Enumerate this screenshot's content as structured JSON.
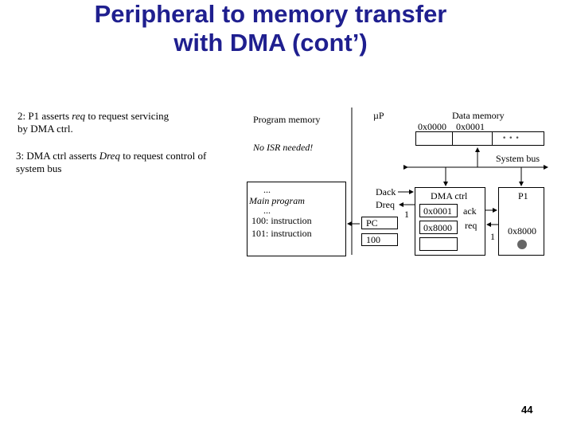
{
  "title": {
    "line1": "Peripheral to memory transfer",
    "line2": "with DMA (cont’)"
  },
  "notes": {
    "step2_line1_a": "2: P1 asserts ",
    "step2_line1_em": "req",
    "step2_line1_b": " to request servicing",
    "step2_line2": " by DMA ctrl.",
    "step3_line1_a": "3: DMA ctrl asserts ",
    "step3_line1_em": "Dreq",
    "step3_line1_b": " to request control of",
    "step3_line2": "system bus"
  },
  "program_memory": {
    "label": "Program memory",
    "no_isr": "No ISR needed!",
    "dots1": "...",
    "main_program": "Main program",
    "dots2": "...",
    "line1": "100:  instruction",
    "line2": "101:  instruction"
  },
  "up": {
    "label": "µP",
    "dack": "Dack",
    "dreq": "Dreq",
    "pc_label": "PC",
    "pc_value": "100",
    "dreq_value": "1"
  },
  "data_memory": {
    "label": "Data memory",
    "addr1": "0x0000",
    "addr2": "0x0001",
    "ellipsis": "• • •"
  },
  "system_bus": {
    "label": "System bus"
  },
  "dma_ctrl": {
    "label": "DMA ctrl",
    "reg1": "0x0001",
    "reg2": "0x8000",
    "ack": "ack",
    "req": "req",
    "req_value": "1"
  },
  "p1": {
    "label": "P1",
    "addr": "0x8000"
  },
  "page_number": "44"
}
